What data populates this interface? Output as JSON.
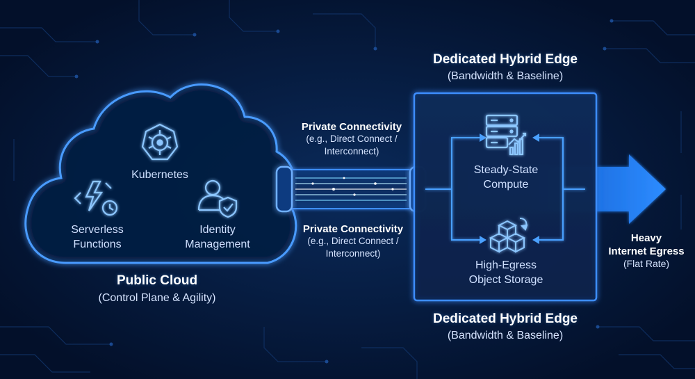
{
  "public_cloud": {
    "title": "Public Cloud",
    "subtitle": "(Control Plane & Agility)",
    "services": {
      "kubernetes": "Kubernetes",
      "serverless_line1": "Serverless",
      "serverless_line2": "Functions",
      "identity_line1": "Identity",
      "identity_line2": "Management"
    }
  },
  "connectivity_top": {
    "title": "Private Connectivity",
    "line1": "(e.g., Direct Connect /",
    "line2": "Interconnect)"
  },
  "connectivity_bottom": {
    "title": "Private Connectivity",
    "line1": "(e.g., Direct Connect /",
    "line2": "Interconnect)"
  },
  "edge_top": {
    "title": "Dedicated Hybrid Edge",
    "subtitle": "(Bandwidth & Baseline)"
  },
  "edge_bottom": {
    "title": "Dedicated Hybrid Edge",
    "subtitle": "(Bandwidth & Baseline)"
  },
  "edge_nodes": {
    "compute_line1": "Steady-State",
    "compute_line2": "Compute",
    "storage_line1": "High-Egress",
    "storage_line2": "Object Storage"
  },
  "egress": {
    "line1": "Heavy",
    "line2": "Internet Egress",
    "sub": "(Flat Rate)"
  },
  "icons": {
    "kubernetes": "kubernetes-helm-icon",
    "serverless": "lambda-clock-icon",
    "identity": "user-shield-icon",
    "compute": "server-chart-icon",
    "storage": "cubes-storage-icon"
  },
  "colors": {
    "background": "#04122b",
    "glow": "#3d8dff",
    "accent": "#8cc6ff",
    "arrow": "#1f7df0"
  }
}
